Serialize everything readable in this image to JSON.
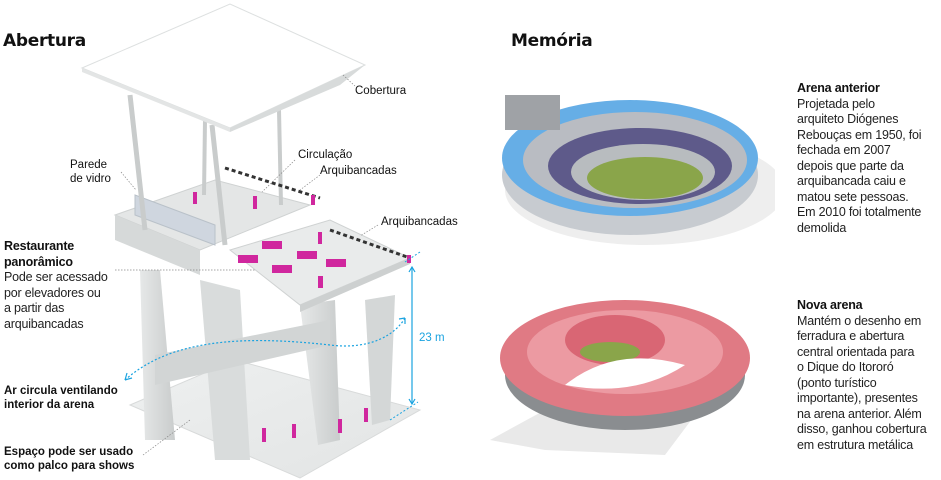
{
  "sections": {
    "abertura": {
      "title": "Abertura",
      "labels": {
        "cobertura": "Cobertura",
        "parede_vidro": "Parede\nde vidro",
        "circulacao": "Circulação",
        "arquibancadas_upper": "Arquibancadas",
        "arquibancadas_lower": "Arquibancadas",
        "height": "23 m"
      },
      "restaurante": {
        "title": "Restaurante\npanorâmico",
        "body": "Pode ser acessado\npor elevadores ou\na partir das\narquibancadas"
      },
      "ar": {
        "title": "Ar circula ventilando\ninterior da arena"
      },
      "espaco": {
        "title": "Espaço pode ser usado\ncomo palco para shows"
      }
    },
    "memoria": {
      "title": "Memória",
      "arena_anterior": {
        "title": "Arena anterior",
        "body": "Projetada pelo\narquiteto Diógenes\nRebouças em 1950, foi\nfechada em 2007\ndepois que parte da\narquibancada caiu e\nmatou sete pessoas.\nEm 2010 foi totalmente\ndemolida"
      },
      "nova_arena": {
        "title": "Nova arena",
        "body": "Mantém o desenho em\nferradura e abertura\ncentral orientada para\no Dique do Itororó\n(ponto turístico\nimportante), presentes\nna arena anterior. Além\ndisso, ganhou cobertura\nem estrutura metálica"
      }
    }
  },
  "colors": {
    "accent_magenta": "#d0279e",
    "accent_blue": "#1aa3e0",
    "old_arena_ring": "#66aee6",
    "new_arena_roof": "#e07a84",
    "structure_gray": "#dcdede"
  }
}
